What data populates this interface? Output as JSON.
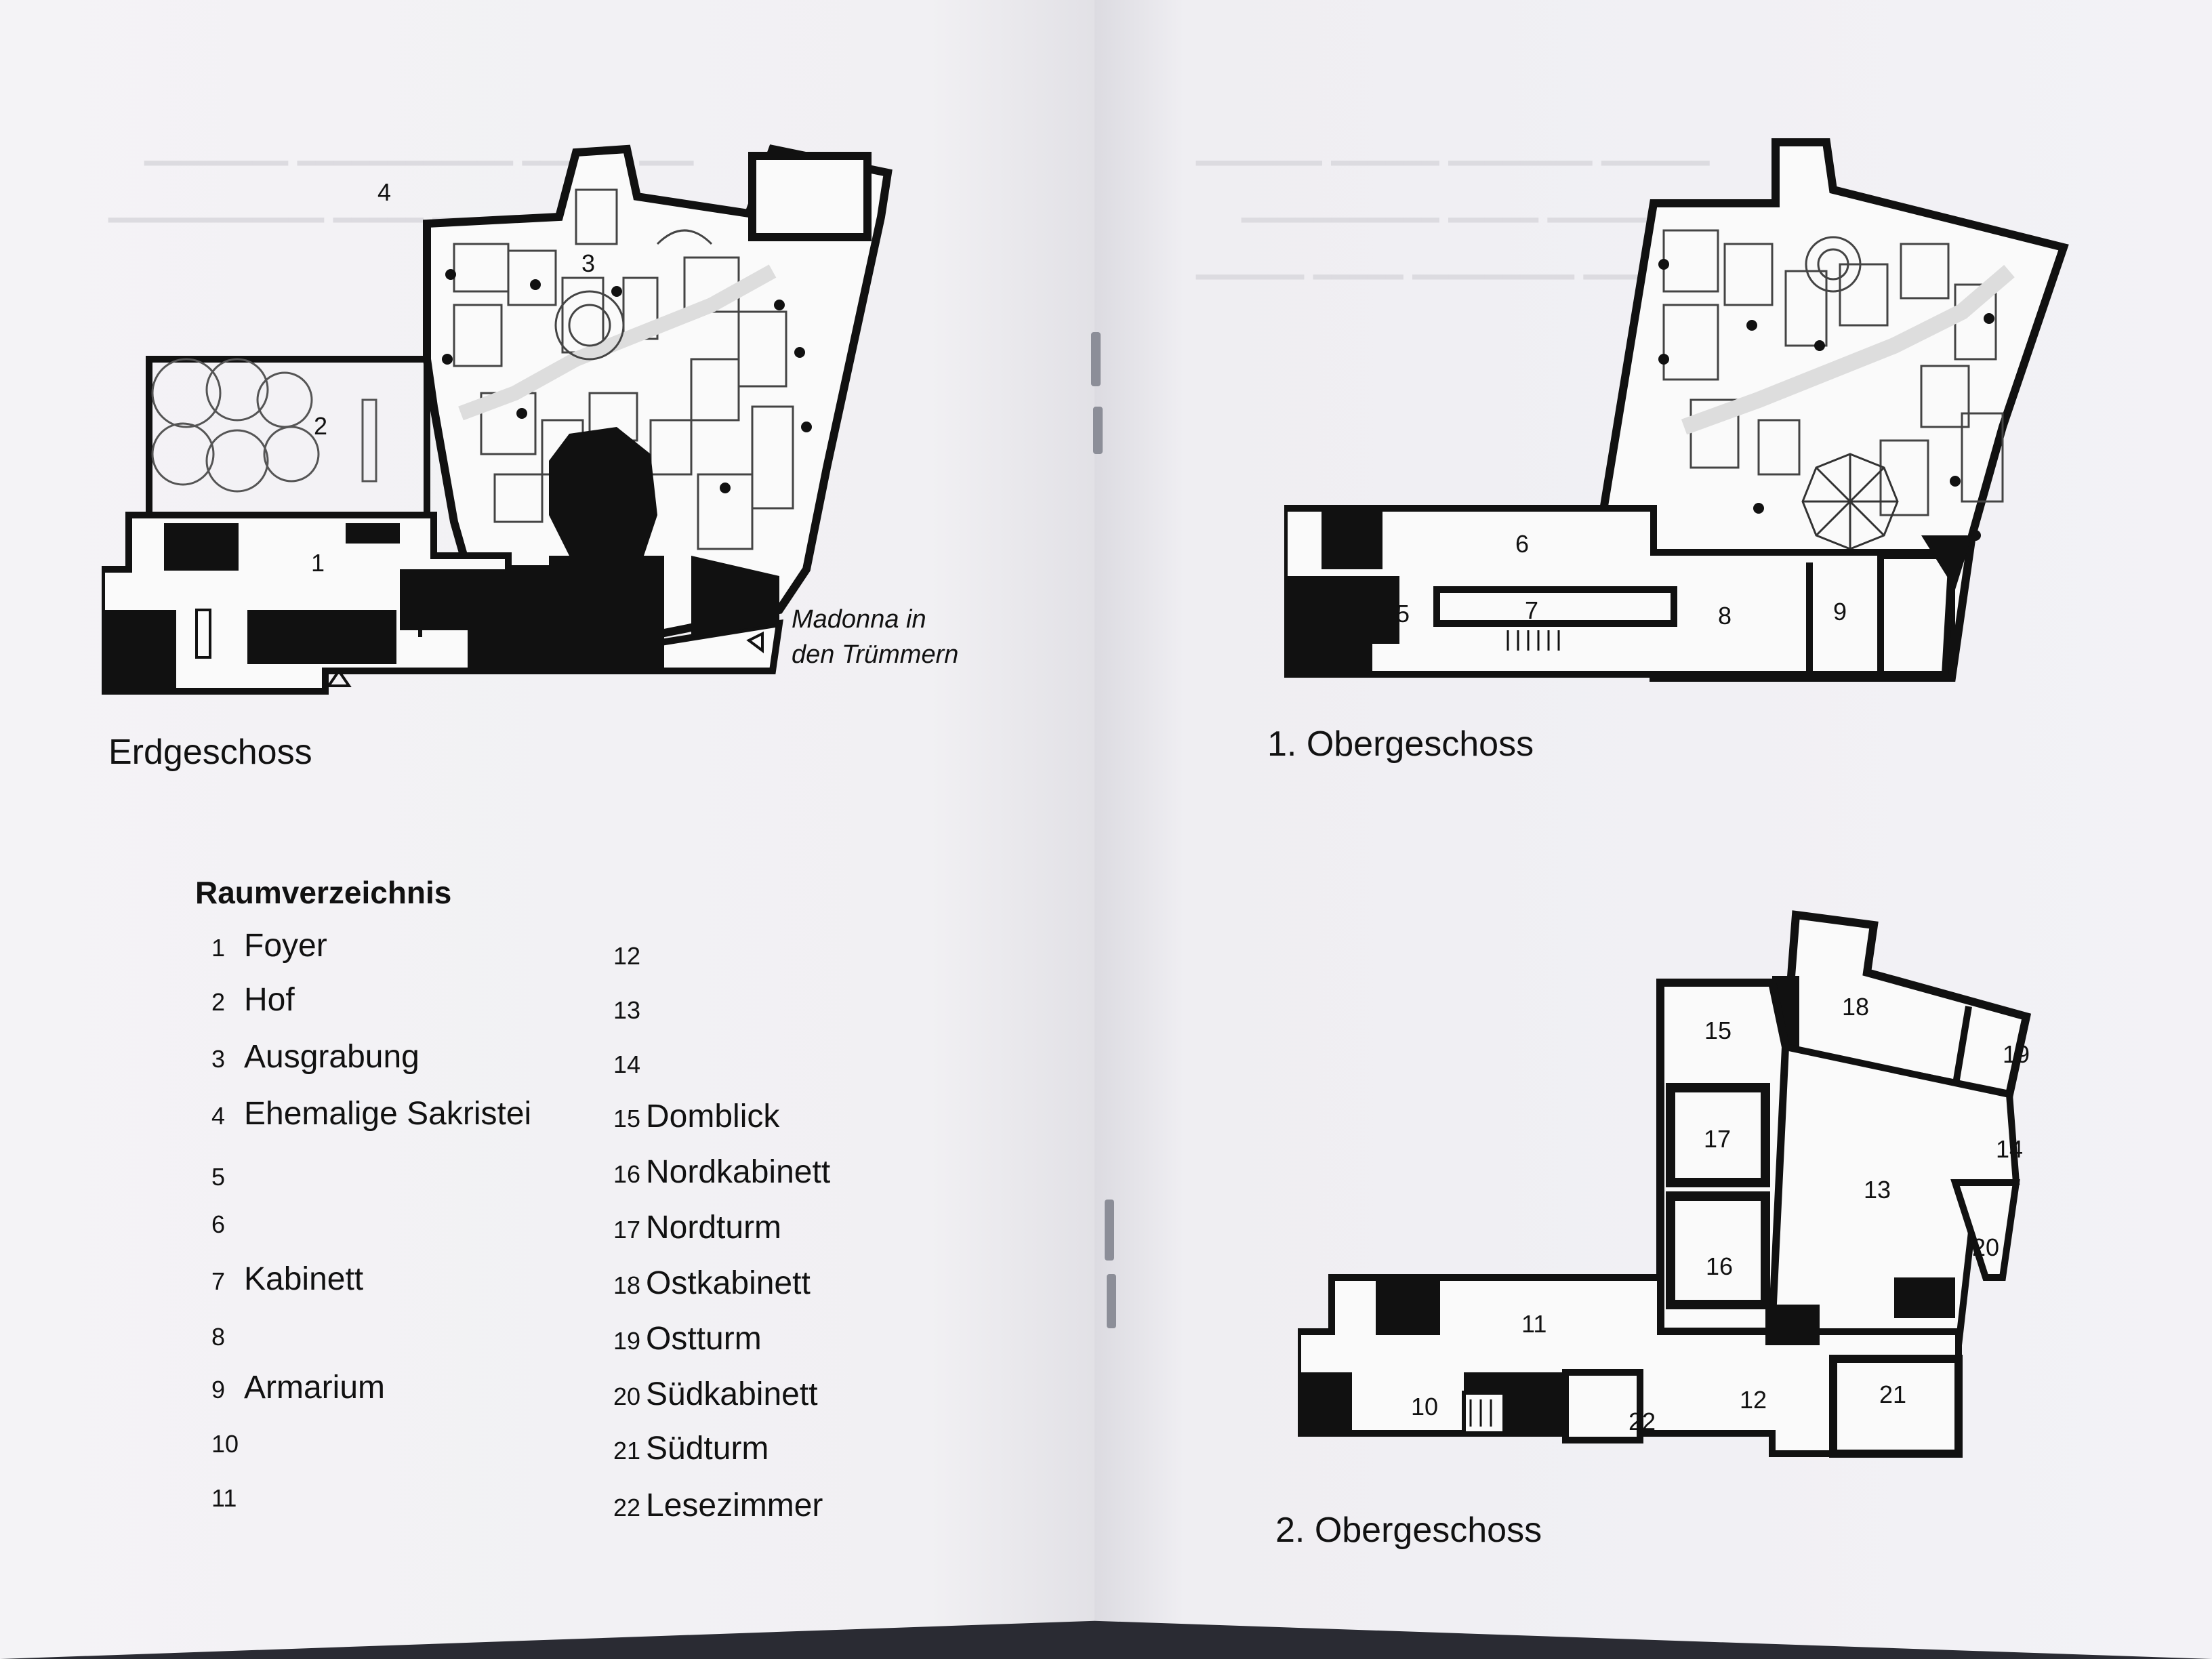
{
  "floors": {
    "ground": "Erdgeschoss",
    "first": "1. Obergeschoss",
    "second": "2. Obergeschoss"
  },
  "annotation": {
    "line1": "Madonna in",
    "line2": "den Trümmern"
  },
  "legend": {
    "title": "Raumverzeichnis",
    "left": [
      {
        "n": "1",
        "name": "Foyer"
      },
      {
        "n": "2",
        "name": "Hof"
      },
      {
        "n": "3",
        "name": "Ausgrabung"
      },
      {
        "n": "4",
        "name": "Ehemalige Sakristei"
      },
      {
        "n": "5",
        "name": ""
      },
      {
        "n": "6",
        "name": ""
      },
      {
        "n": "7",
        "name": "Kabinett"
      },
      {
        "n": "8",
        "name": ""
      },
      {
        "n": "9",
        "name": "Armarium"
      },
      {
        "n": "10",
        "name": ""
      },
      {
        "n": "11",
        "name": ""
      }
    ],
    "right": [
      {
        "n": "12",
        "name": ""
      },
      {
        "n": "13",
        "name": ""
      },
      {
        "n": "14",
        "name": ""
      },
      {
        "n": "15",
        "name": "Domblick"
      },
      {
        "n": "16",
        "name": "Nordkabinett"
      },
      {
        "n": "17",
        "name": "Nordturm"
      },
      {
        "n": "18",
        "name": "Ostkabinett"
      },
      {
        "n": "19",
        "name": "Ostturm"
      },
      {
        "n": "20",
        "name": "Südkabinett"
      },
      {
        "n": "21",
        "name": "Südturm"
      },
      {
        "n": "22",
        "name": "Lesezimmer"
      }
    ]
  },
  "ground_rooms": [
    "1",
    "2",
    "3",
    "4"
  ],
  "first_rooms": [
    "5",
    "6",
    "7",
    "8",
    "9"
  ],
  "second_rooms": [
    "10",
    "11",
    "12",
    "13",
    "14",
    "15",
    "16",
    "17",
    "18",
    "19",
    "20",
    "21",
    "22"
  ]
}
